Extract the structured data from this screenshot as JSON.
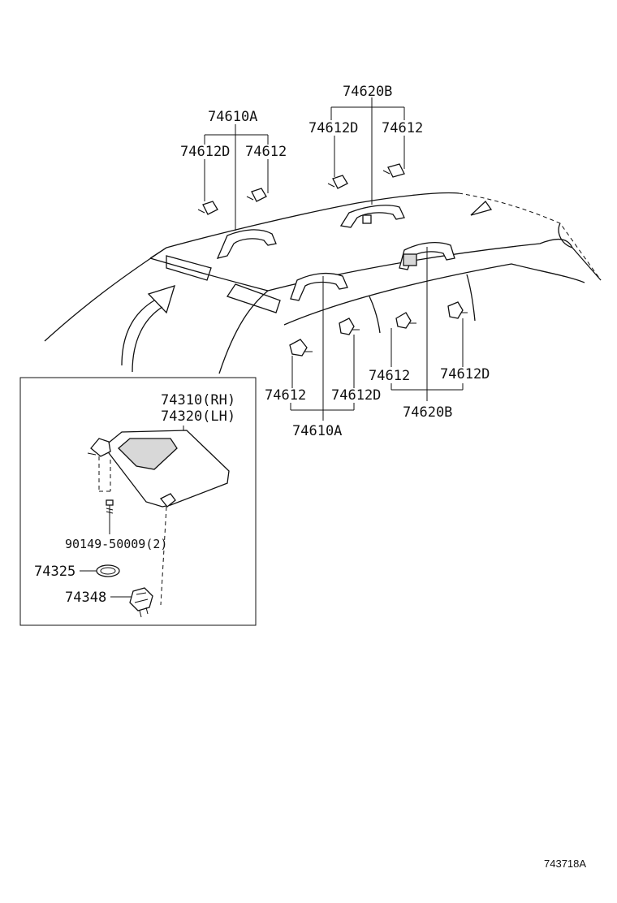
{
  "diagram": {
    "labels": {
      "top_left_group": "74610A",
      "top_left_a": "74612D",
      "top_left_b": "74612",
      "top_right_group": "74620B",
      "top_right_a": "74612D",
      "top_right_b": "74612",
      "bottom_left_a": "74612",
      "bottom_left_b": "74612D",
      "bottom_left_group": "74610A",
      "bottom_right_a": "74612",
      "bottom_right_b": "74612D",
      "bottom_right_group": "74620B"
    },
    "inset": {
      "visor_rh": "74310(RH)",
      "visor_lh": "74320(LH)",
      "screw": "90149-50009(2)",
      "part_a": "74325",
      "part_b": "74348"
    },
    "reference_code": "743718A"
  }
}
